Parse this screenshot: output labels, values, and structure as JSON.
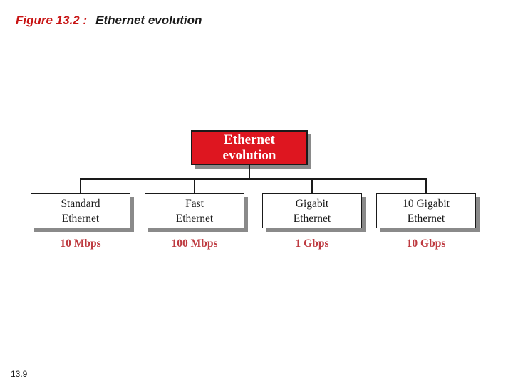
{
  "title": {
    "figure_label": "Figure 13.2 :",
    "figure_name": "Ethernet evolution"
  },
  "diagram": {
    "root": {
      "line1": "Ethernet",
      "line2": "evolution"
    },
    "children": [
      {
        "line1": "Standard",
        "line2": "Ethernet",
        "speed": "10 Mbps"
      },
      {
        "line1": "Fast",
        "line2": "Ethernet",
        "speed": "100 Mbps"
      },
      {
        "line1": "Gigabit",
        "line2": "Ethernet",
        "speed": "1 Gbps"
      },
      {
        "line1": "10 Gigabit",
        "line2": "Ethernet",
        "speed": "10 Gbps"
      }
    ]
  },
  "footer": {
    "page_number": "13.9"
  },
  "colors": {
    "title_accent": "#C81414",
    "root_box_fill": "#DE1620",
    "root_box_text": "#FFFFFF",
    "speed_text": "#BE3A40",
    "line": "#1A1A1A",
    "shadow": "#8A8A8A"
  }
}
